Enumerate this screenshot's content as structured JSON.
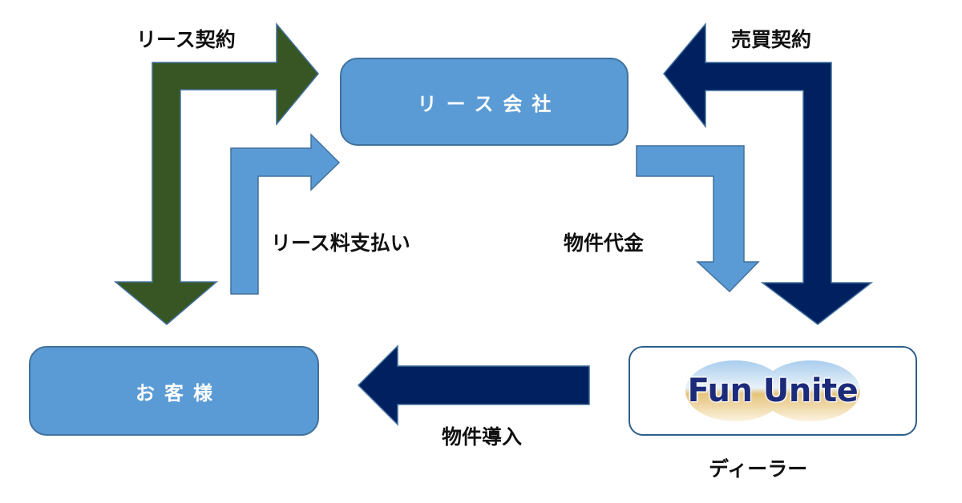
{
  "diagram": {
    "nodes": {
      "lease_company": {
        "label": "リース会社"
      },
      "customer": {
        "label": "お客様"
      },
      "dealer": {
        "logo_text": "Fun Unite",
        "caption": "ディーラー"
      }
    },
    "flows": {
      "lease_contract": {
        "label": "リース契約",
        "from": "lease_company",
        "to": "customer",
        "color": "#375623"
      },
      "lease_payment": {
        "label": "リース料支払い",
        "from": "customer",
        "to": "lease_company",
        "color": "#5b9bd5"
      },
      "sales_contract": {
        "label": "売買契約",
        "from": "dealer",
        "to": "lease_company",
        "color": "#002060"
      },
      "purchase_payment": {
        "label": "物件代金",
        "from": "lease_company",
        "to": "dealer",
        "color": "#5b9bd5"
      },
      "delivery": {
        "label": "物件導入",
        "from": "dealer",
        "to": "customer",
        "color": "#002060"
      }
    }
  }
}
